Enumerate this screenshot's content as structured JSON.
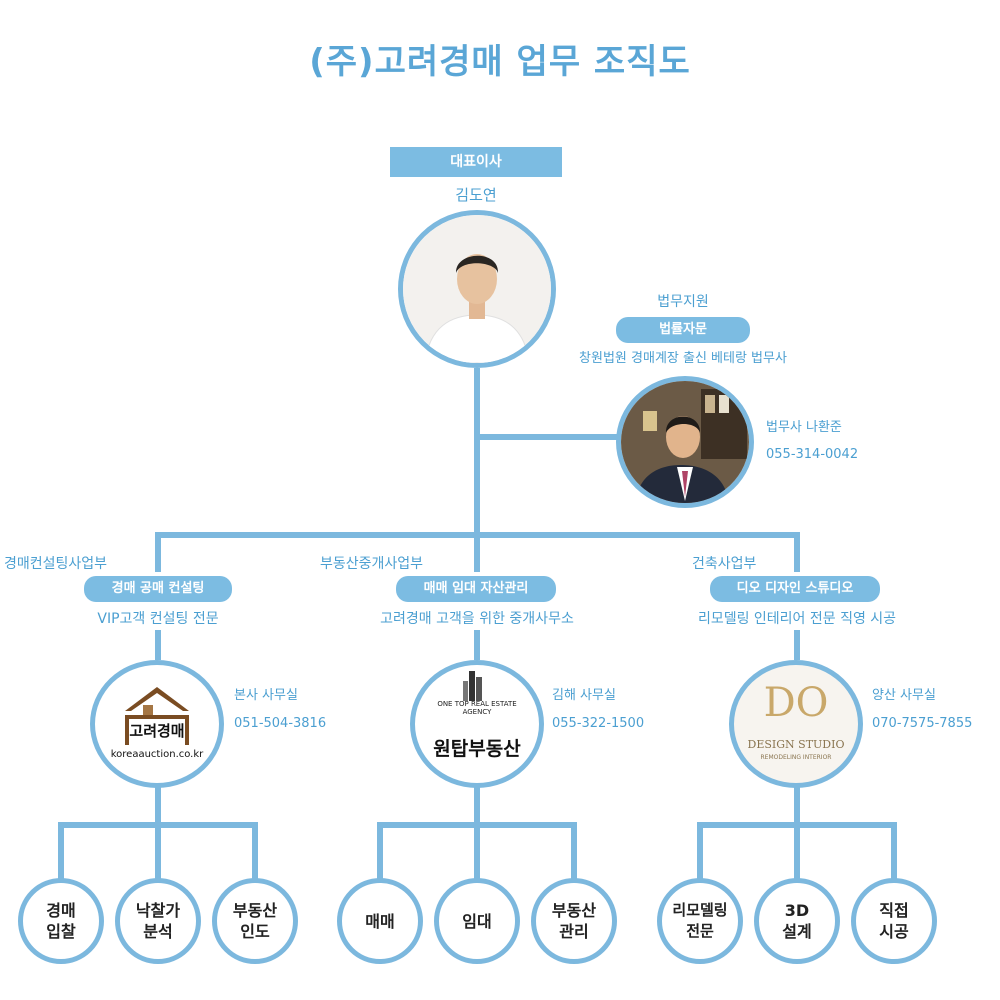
{
  "title": "(주)고려경매 업무 조직도",
  "ceo": {
    "role": "대표이사",
    "name": "김도연"
  },
  "legal": {
    "dept": "법무지원",
    "tag": "법률자문",
    "desc": "창원법원 경매계장 출신 베테랑 법무사",
    "person": "법무사 나환준",
    "phone": "055-314-0042"
  },
  "divisions": [
    {
      "dept": "경매컨설팅사업부",
      "tag": "경매 공매 컨설팅",
      "desc": "VIP고객 컨설팅 전문",
      "office": "본사 사무실",
      "phone": "051-504-3816",
      "logo_text": "고려경매",
      "logo_url": "koreaauction.co.kr",
      "leaves": [
        "경매\n입찰",
        "낙찰가\n분석",
        "부동산\n인도"
      ]
    },
    {
      "dept": "부동산중개사업부",
      "tag": "매매 임대 자산관리",
      "desc": "고려경매 고객을 위한 중개사무소",
      "office": "김해 사무실",
      "phone": "055-322-1500",
      "logo_text": "원탑부동산",
      "logo_small": "ONE TOP REAL ESTATE AGENCY",
      "leaves": [
        "매매",
        "임대",
        "부동산\n관리"
      ]
    },
    {
      "dept": "건축사업부",
      "tag": "디오 디자인 스튜디오",
      "desc": "리모델링 인테리어 전문 직영 시공",
      "office": "양산 사무실",
      "phone": "070-7575-7855",
      "logo_mark": "DO",
      "logo_text": "DESIGN STUDIO",
      "logo_small": "REMODELING INTERIOR",
      "leaves": [
        "리모델링\n전문",
        "3D\n설계",
        "직접\n시공"
      ]
    }
  ],
  "colors": {
    "line": "#7cb8de",
    "pill": "#7cbce2",
    "text": "#4b9fd1",
    "title": "#5aa6d6"
  }
}
